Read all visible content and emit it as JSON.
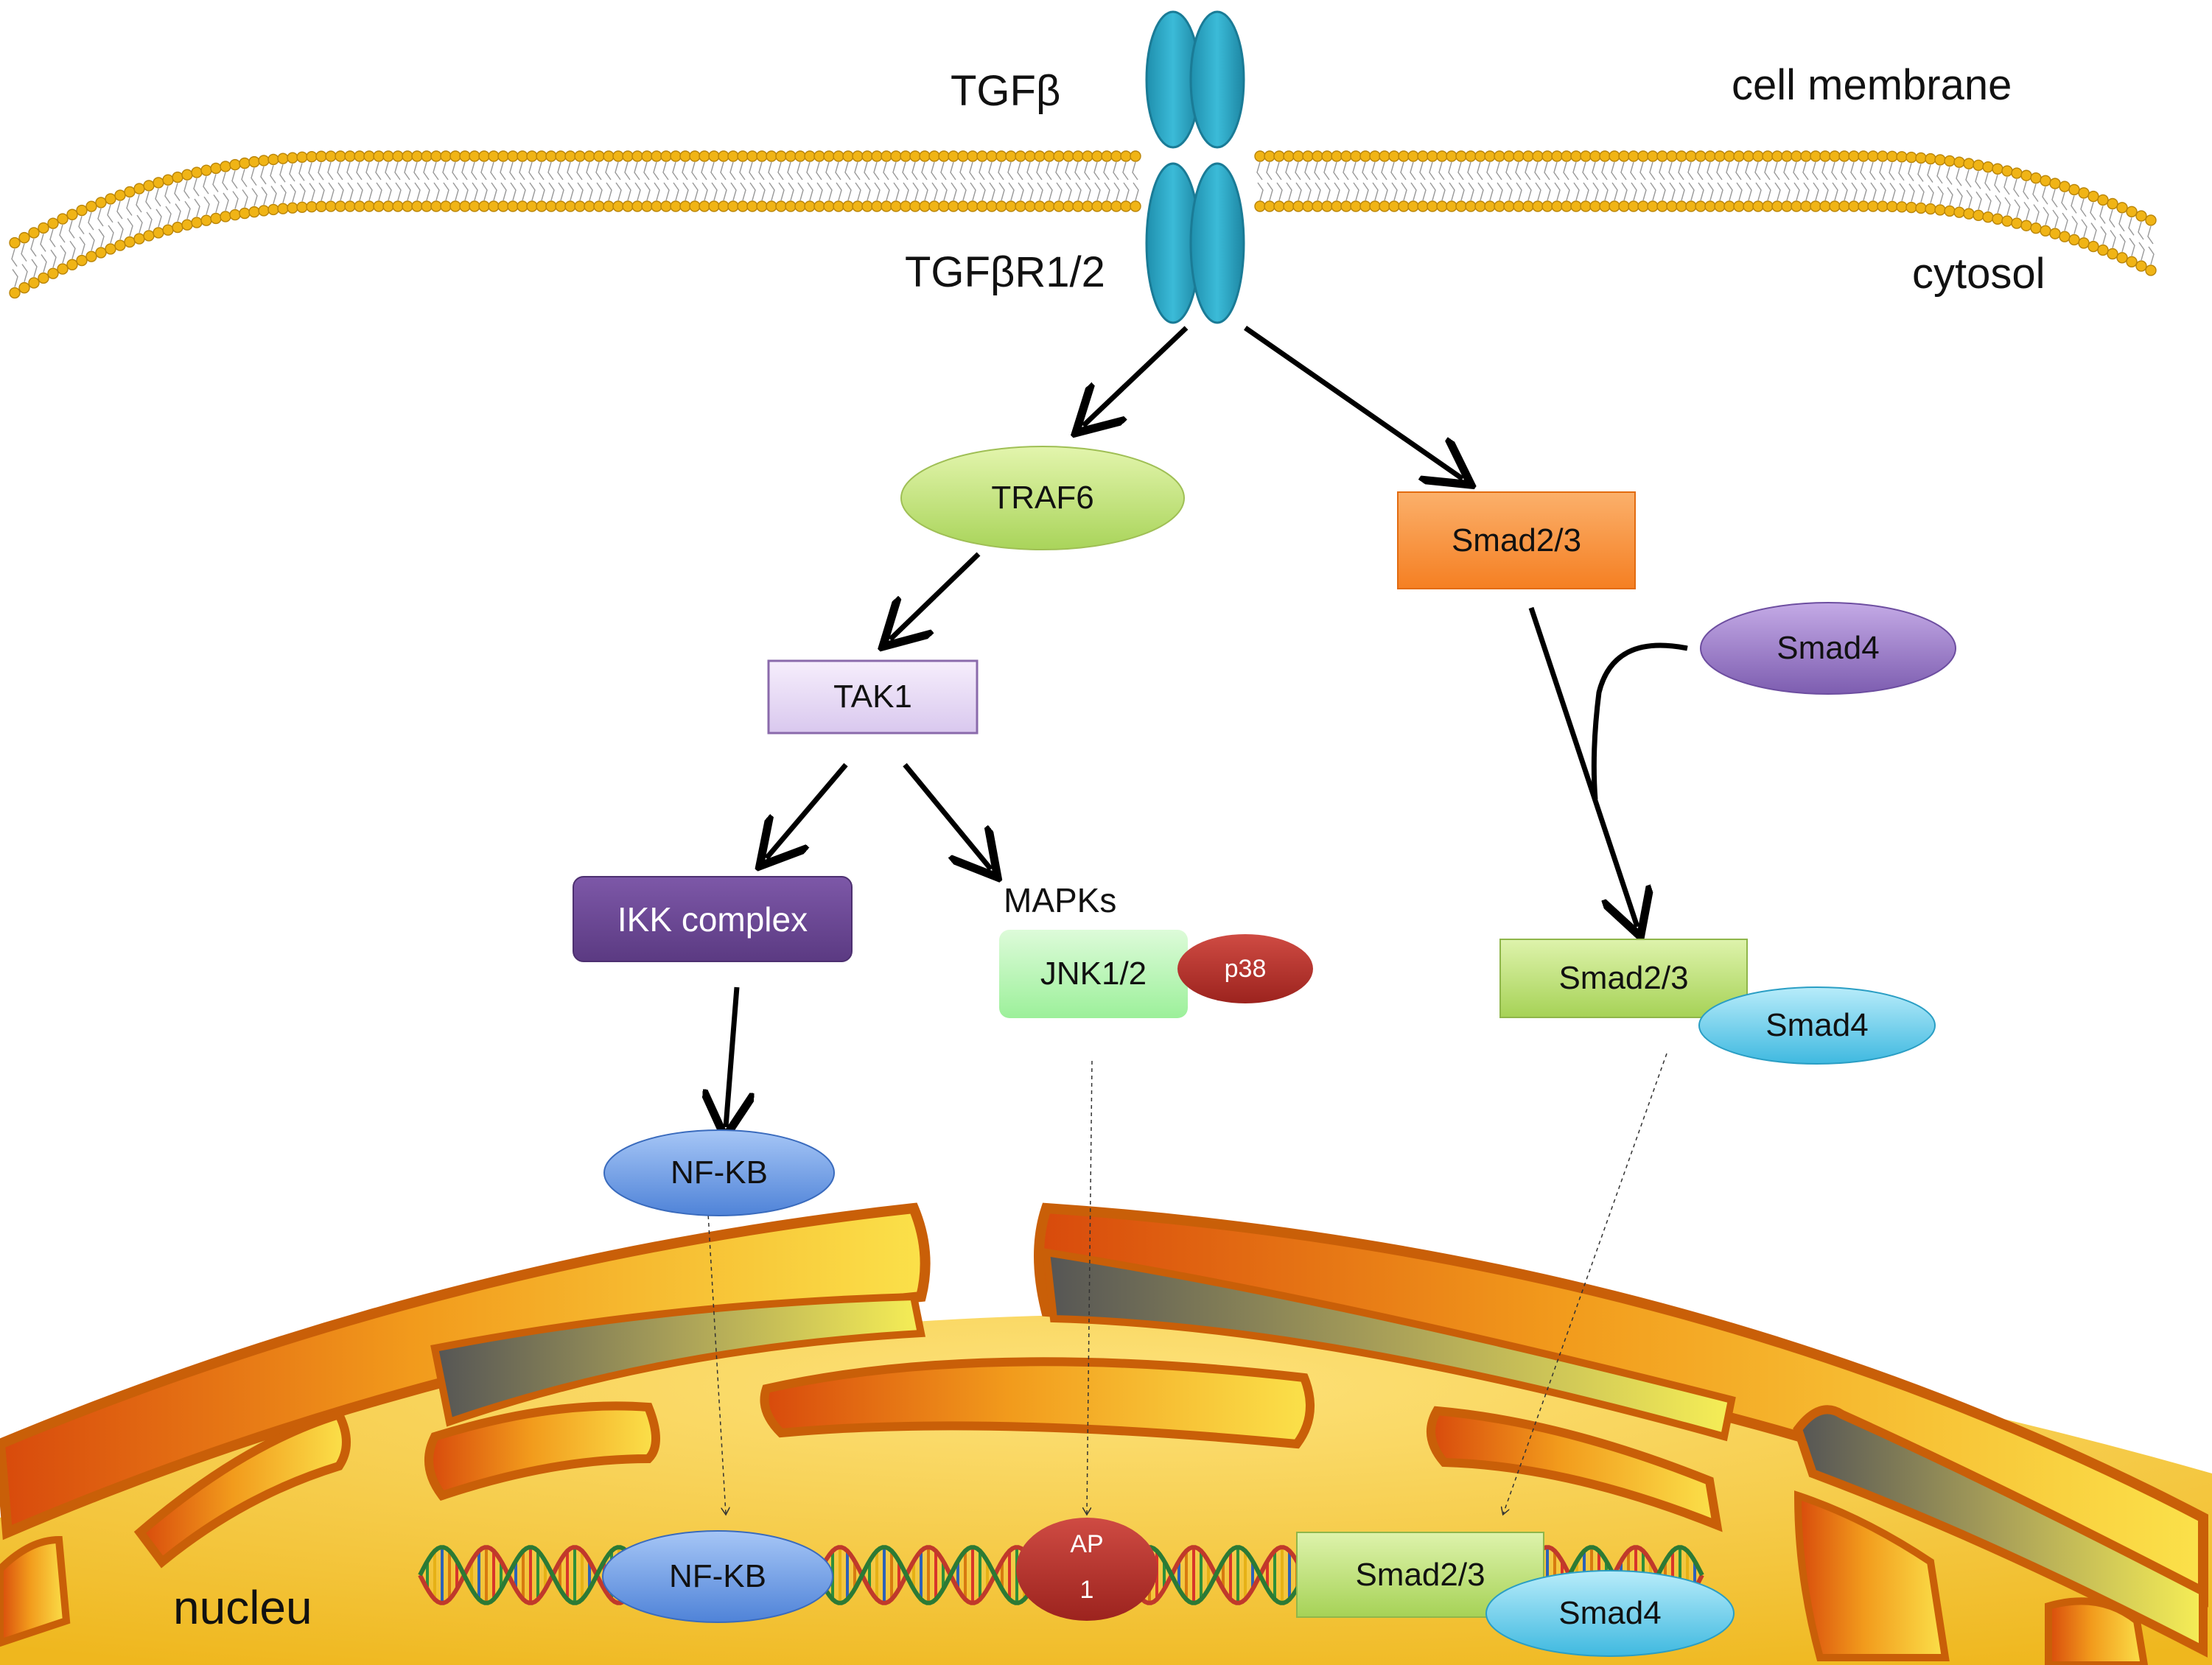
{
  "labels": {
    "tgfb": "TGFβ",
    "receptor": "TGFβR1/2",
    "membrane": "cell membrane",
    "cytosol": "cytosol",
    "nucleus": "nucleu",
    "mapks": "MAPKs"
  },
  "nodes": {
    "traf6": "TRAF6",
    "tak1": "TAK1",
    "ikk": "IKK complex",
    "jnk": "JNK1/2",
    "p38": "p38",
    "nfkb_cyto": "NF-KB",
    "smad23_top": "Smad2/3",
    "smad4_free": "Smad4",
    "smad23_complex": "Smad2/3",
    "smad4_complex": "Smad4",
    "nfkb_dna": "NF-KB",
    "ap1_line1": "AP",
    "ap1_line2": "1",
    "smad23_dna": "Smad2/3",
    "smad4_dna": "Smad4"
  },
  "colors": {
    "membrane_head": "#f0b416",
    "receptor": "#2ba5c4",
    "traf6": "#c6e37c",
    "tak1": "#e5d7f4",
    "ikk": "#6a4592",
    "jnk": "#b9f7b4",
    "p38": "#b3302a",
    "nfkb": "#6f9de6",
    "smad23_top": "#f7913a",
    "smad4_free": "#9b7bc7",
    "smad23_complex": "#b9dd6f",
    "smad4_complex": "#62cbe8",
    "nucleus_fill": "#f4c22e",
    "er_outline": "#d4680a"
  }
}
